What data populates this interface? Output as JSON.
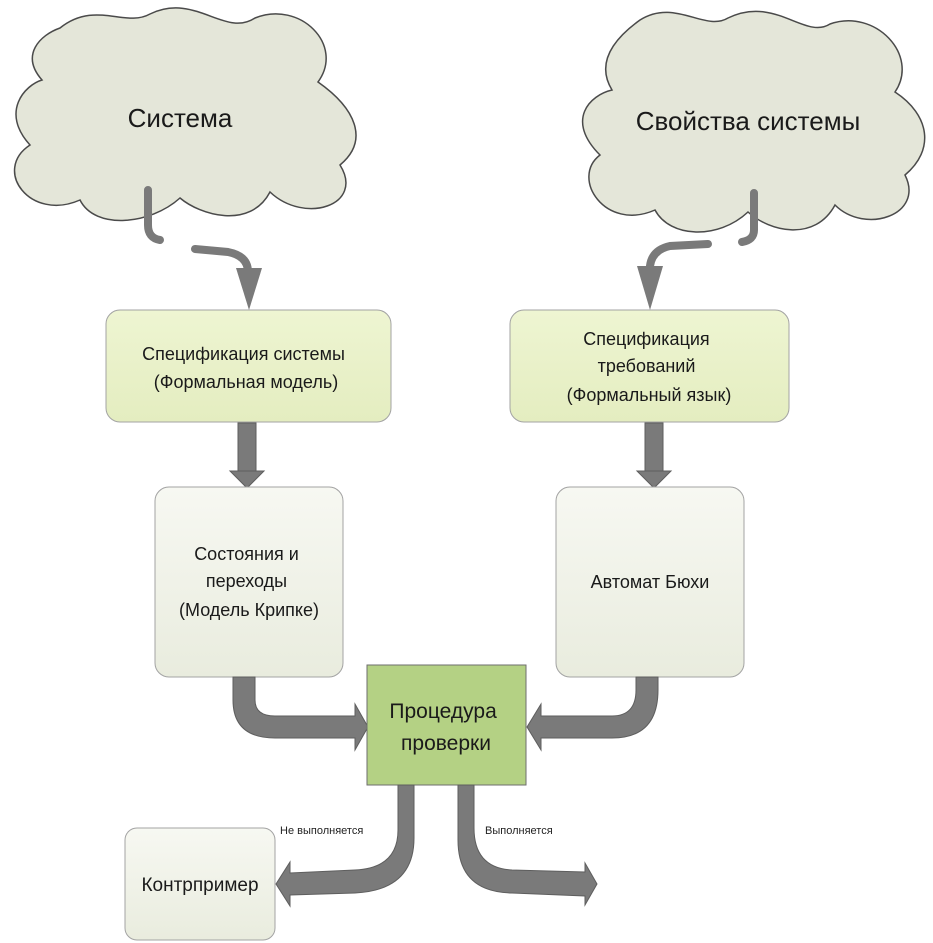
{
  "clouds": {
    "system": "Система",
    "properties": "Свойства системы"
  },
  "boxes": {
    "system_spec": [
      "Спецификация системы",
      "(Формальная модель)"
    ],
    "requirements_spec": [
      "Спецификация",
      "требований",
      "(Формальный язык)"
    ],
    "states": [
      "Состояния и",
      "переходы",
      "(Модель Крипке)"
    ],
    "buchi": [
      "Автомат Бюхи"
    ],
    "procedure": [
      "Процедура",
      "проверки"
    ],
    "counterexample": [
      "Контрпример"
    ]
  },
  "edges": {
    "not_satisfied": "Не выполняется",
    "satisfied": "Выполняется"
  },
  "colors": {
    "cloud_fill": "#e4e6d9",
    "spec_fill": "#eaf1cd",
    "plain_fill": "#f0f2e8",
    "procedure_fill": "#b4d184",
    "arrow": "#7a7a7a"
  }
}
